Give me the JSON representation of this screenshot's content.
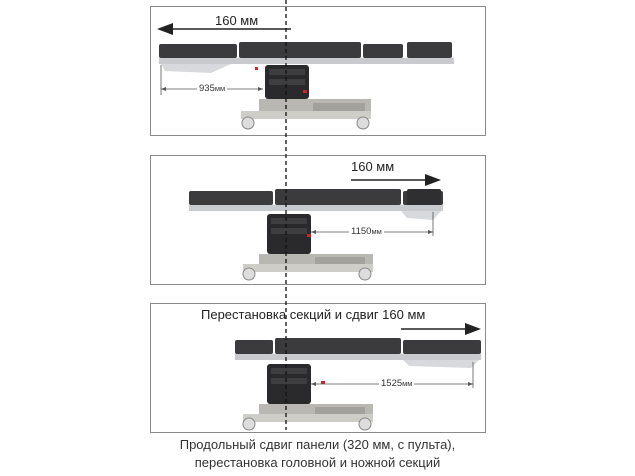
{
  "panels": [
    {
      "shift_label": "160 мм",
      "length_label": "935",
      "unit": "мм"
    },
    {
      "shift_label": "160 мм",
      "length_label": "1150",
      "unit": "мм"
    },
    {
      "shift_label": "Перестановка  секций и сдвиг 160 мм",
      "length_label": "1525",
      "unit": "мм"
    }
  ],
  "caption": {
    "line1": "Продольный сдвиг панели (320 мм, с пульта),",
    "line2": "перестановка головной и ножной секций"
  },
  "colors": {
    "pad": "#3b3b3d",
    "pad_dark": "#232325",
    "frame": "#c8cacd",
    "column": "#2a2a2c",
    "base": "#b9b7b1",
    "accent": "#d4202a",
    "border": "#8a8a8a"
  }
}
